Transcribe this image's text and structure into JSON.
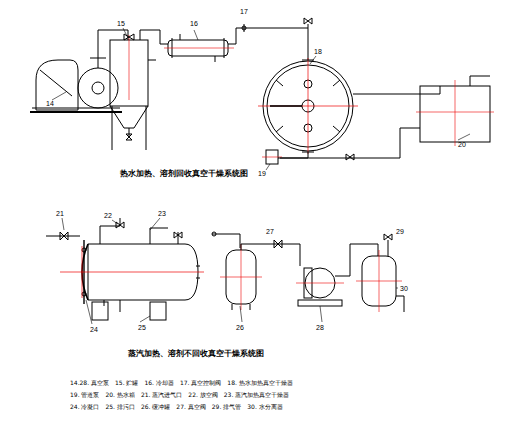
{
  "diagram": {
    "labels": [
      "14",
      "15",
      "16",
      "17",
      "18",
      "19",
      "20",
      "21",
      "22",
      "23",
      "24",
      "25",
      "26",
      "27",
      "28",
      "29",
      "30",
      "热水加热、溶剂回收真空干燥系统图",
      "蒸汽加热、溶剂不回收真空干燥系统图",
      "14.28. 真空泵　15. 贮罐　16. 冷却器　17. 真空控制阀　18. 热水加热真空干燥器",
      "19. 管道泵　20. 热水箱　21. 蒸汽进气口　22. 放空阀　23. 蒸汽加热真空干燥器",
      "24. 冷凝口　25. 排污口　26. 缓冲罐　27. 真空阀　29. 排气管　30. 水分离器"
    ]
  }
}
